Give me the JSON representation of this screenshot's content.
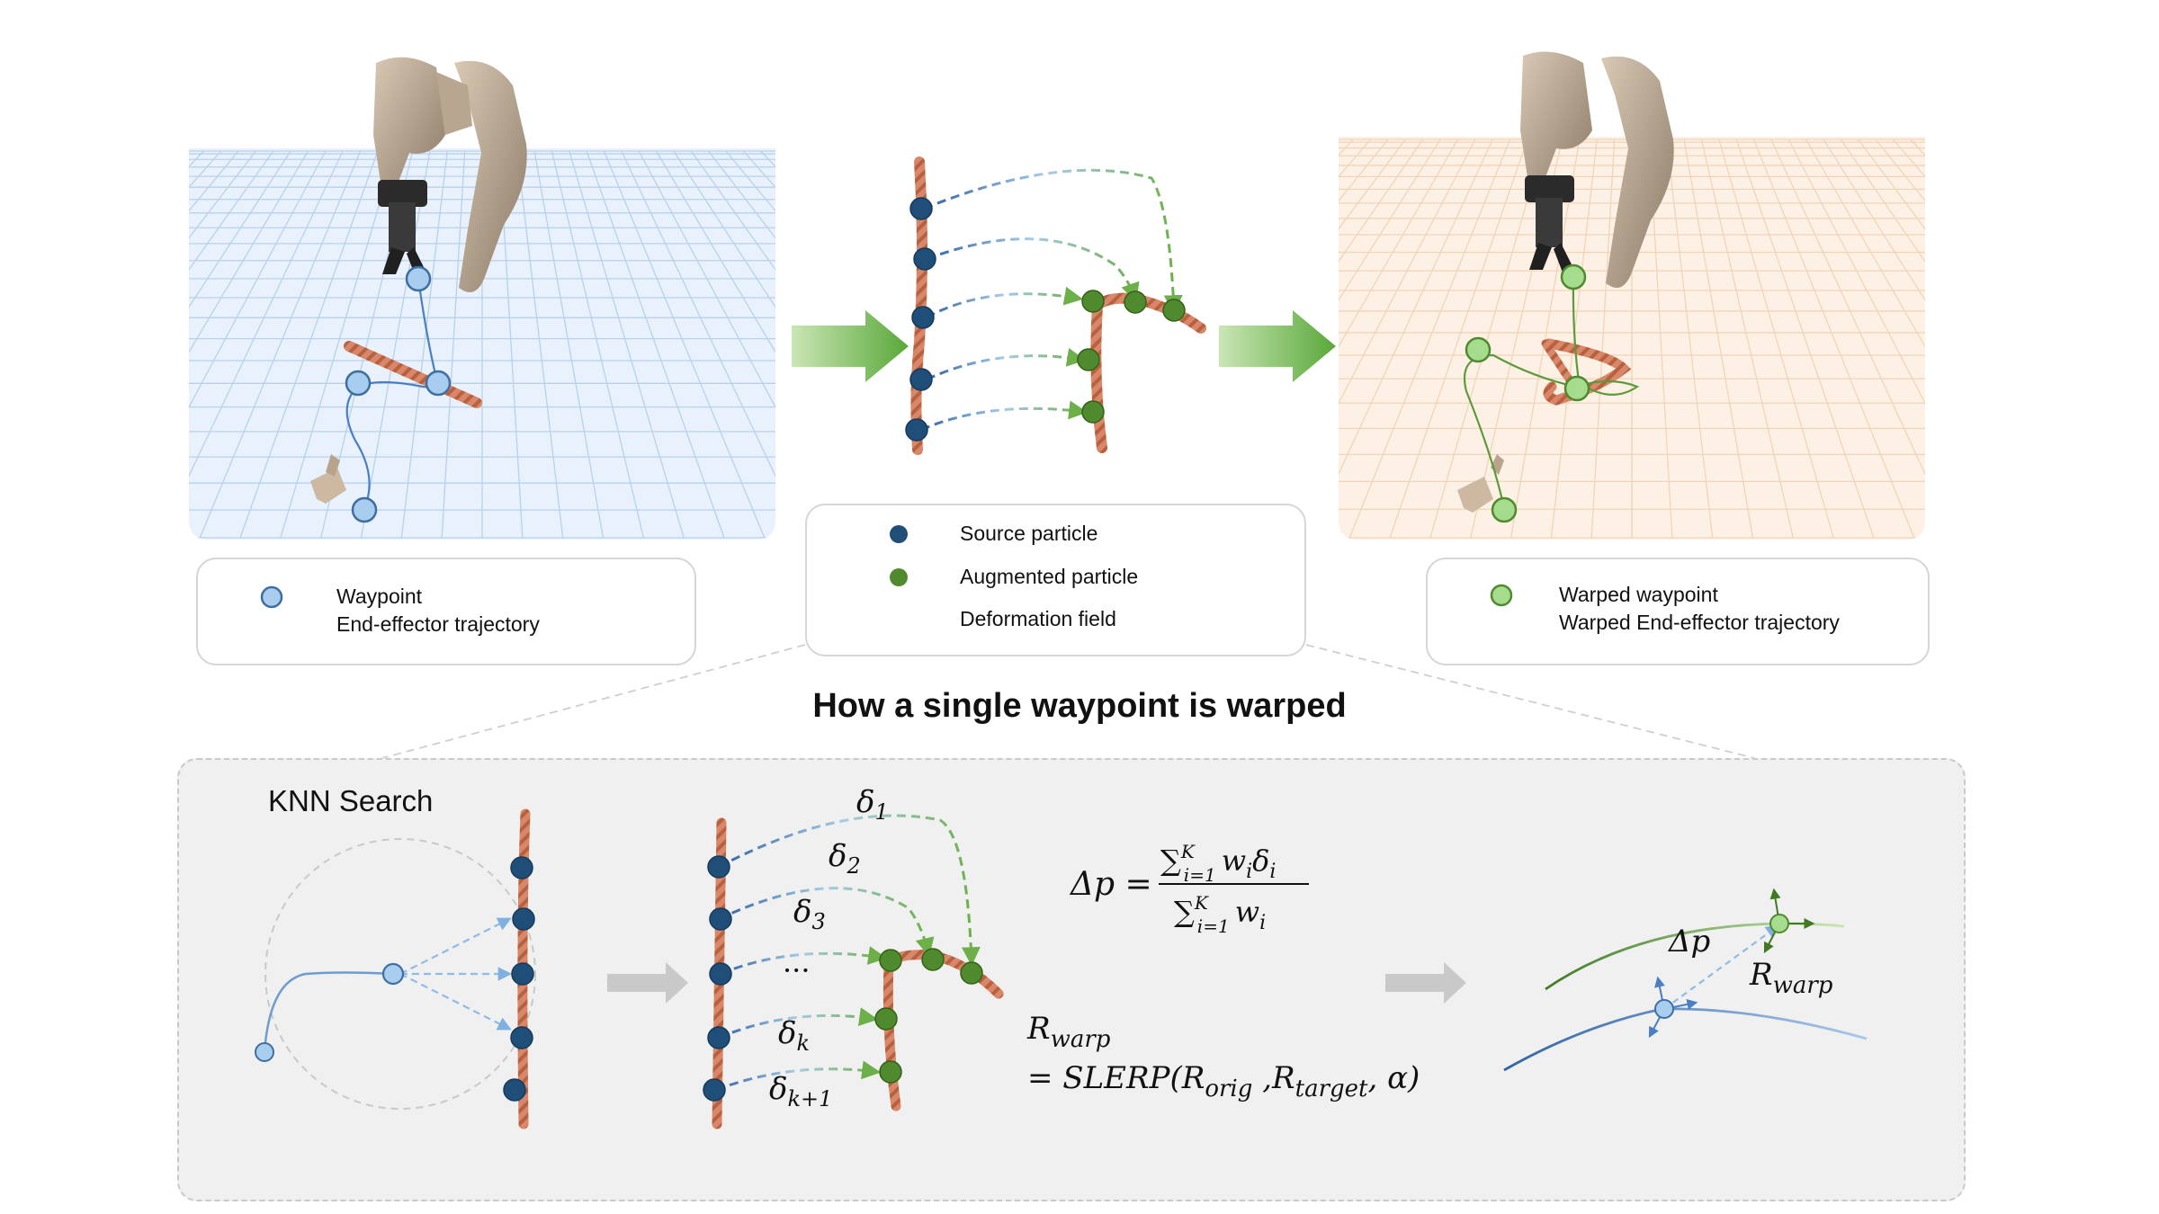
{
  "left_legend": {
    "waypoint_label": "Waypoint",
    "trajectory_label": "End-effector trajectory"
  },
  "middle_legend": {
    "source_label": "Source particle",
    "augmented_label": "Augmented particle",
    "field_label": "Deformation field"
  },
  "right_legend": {
    "warped_waypoint_label": "Warped waypoint",
    "warped_trajectory_label": "Warped End-effector trajectory"
  },
  "section_title": "How a single waypoint is warped",
  "knn_label": "KNN Search",
  "deltas": {
    "d1": {
      "base": "δ",
      "sub": "1"
    },
    "d2": {
      "base": "δ",
      "sub": "2"
    },
    "d3": {
      "base": "δ",
      "sub": "3"
    },
    "dots": "···",
    "dk": {
      "base": "δ",
      "sub": "k"
    },
    "dk1": {
      "base": "δ",
      "sub": "k+1"
    }
  },
  "formula": {
    "lhs": "Δp =",
    "numerator": {
      "sum": "∑",
      "sup": "K",
      "sub": "i=1",
      "term": "w",
      "term_sub": "i",
      "term2": "δ",
      "term2_sub": "i"
    },
    "denominator": {
      "sum": "∑",
      "sup": "K",
      "sub": "i=1",
      "term": "w",
      "term_sub": "i"
    },
    "rwarp": {
      "base": "R",
      "sub": "warp"
    },
    "slerp_prefix": "= SLERP(",
    "rorig": {
      "base": "R",
      "sub": "orig"
    },
    "rtarget": {
      "base": "R",
      "sub": "target"
    },
    "slerp_suffix": ", α)"
  },
  "right_panel_labels": {
    "delta_p": "Δp",
    "rwarp": {
      "base": "R",
      "sub": "warp"
    }
  },
  "colors": {
    "source_particle": "#1f4e79",
    "augmented_particle": "#4f8a2f",
    "waypoint_fill": "#a9cdef",
    "waypoint_stroke": "#3f6fa0",
    "warped_fill": "#a6dc8e",
    "warped_stroke": "#4f8a2f",
    "trajectory_blue": "#4a7fc1",
    "trajectory_green": "#5e9a3c",
    "arrow_green": "#6db04a",
    "rope": "#d9876a",
    "grid_blue_bg": "#e8f1fc",
    "grid_orange_bg": "#fdf1e6",
    "panel_bg": "#f0f0f0"
  }
}
